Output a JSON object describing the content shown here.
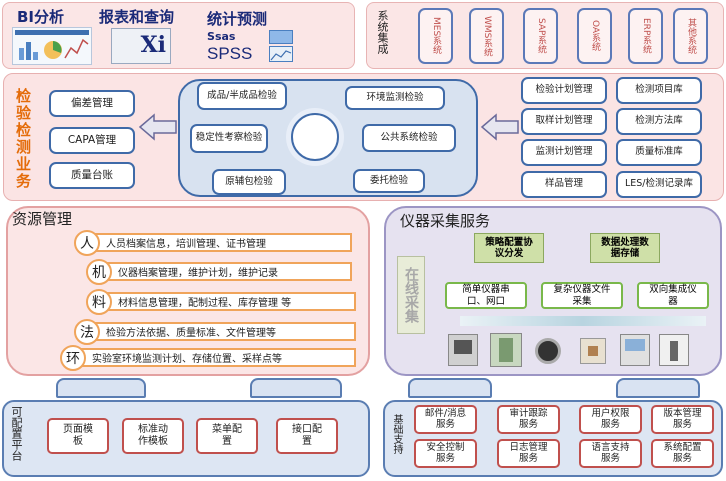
{
  "top": {
    "bi": "BI分析",
    "reports": "报表和查询",
    "stats": "统计预测",
    "sas": "sas",
    "spss": "SPSS",
    "xi": "Xi"
  },
  "integration": {
    "title": "系统集成",
    "systems": [
      "MES系统",
      "WMS系统",
      "SAP系统",
      "OA系统",
      "ERP系统",
      "其他系统"
    ]
  },
  "qc": {
    "title": "检验检测业务",
    "left": [
      "偏差管理",
      "CAPA管理",
      "质量台账"
    ],
    "center": [
      "成品/半成品检验",
      "环境监测检验",
      "稳定性考察检验",
      "公共系统检验",
      "原辅包检验",
      "委托检验"
    ],
    "right_col1": [
      "检验计划管理",
      "取样计划管理",
      "监测计划管理",
      "样品管理"
    ],
    "right_col2": [
      "检测项目库",
      "检测方法库",
      "质量标准库",
      "LES/检测记录库"
    ]
  },
  "resource": {
    "title": "资源管理",
    "items": [
      {
        "char": "人",
        "text": "人员档案信息，培训管理、证书管理"
      },
      {
        "char": "机",
        "text": "仪器档案管理，维护计划，维护记录"
      },
      {
        "char": "料",
        "text": "材料信息管理，配制过程、库存管理 等"
      },
      {
        "char": "法",
        "text": "检验方法依据、质量标准、文件管理等"
      },
      {
        "char": "环",
        "text": "实验室环境监测计划、存储位置、采样点等"
      }
    ]
  },
  "instrument": {
    "title": "仪器采集服务",
    "side_label": "在线采集",
    "strategy": "策略配置协议分发",
    "processing": "数据处理数据存储",
    "collectors": [
      "简单仪器串口、网口",
      "复杂仪器文件采集",
      "双向集成仪器"
    ]
  },
  "platform": {
    "title": "可配置平台",
    "items": [
      "页面模板",
      "标准动作模板",
      "菜单配置",
      "接口配置"
    ]
  },
  "support": {
    "title": "基础支持",
    "items": [
      "邮件/消息服务",
      "审计跟踪服务",
      "用户权限服务",
      "版本管理服务",
      "安全控制服务",
      "日志管理服务",
      "语言支持服务",
      "系统配置服务"
    ]
  },
  "colors": {
    "accent_blue": "#3f6aa8",
    "orange": "#f0a45a",
    "red": "#c0504d",
    "green": "#79b84a",
    "title_orange": "#e46c0a"
  }
}
